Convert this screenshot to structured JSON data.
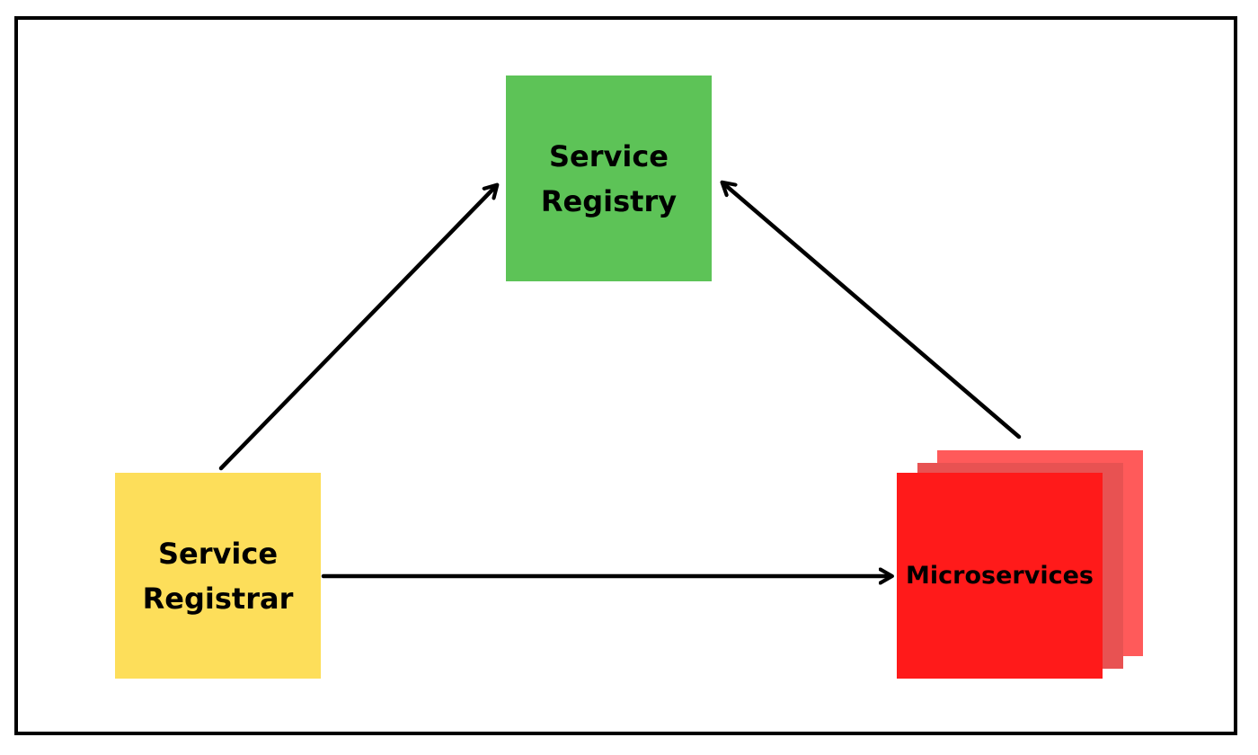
{
  "diagram": {
    "nodes": {
      "registry": {
        "label": "Service\nRegistry",
        "color": "#5dc357"
      },
      "registrar": {
        "label": "Service\nRegistrar",
        "color": "#fdde5a"
      },
      "microservices": {
        "label": "Microservices",
        "color": "#ff1a1a",
        "stack_colors": [
          "#ff5a5a",
          "#e85252"
        ]
      }
    },
    "edges": [
      {
        "from": "registrar",
        "to": "registry"
      },
      {
        "from": "microservices",
        "to": "registry"
      },
      {
        "from": "registrar",
        "to": "microservices"
      }
    ],
    "frame_color": "#000000",
    "arrow_color": "#000000"
  }
}
